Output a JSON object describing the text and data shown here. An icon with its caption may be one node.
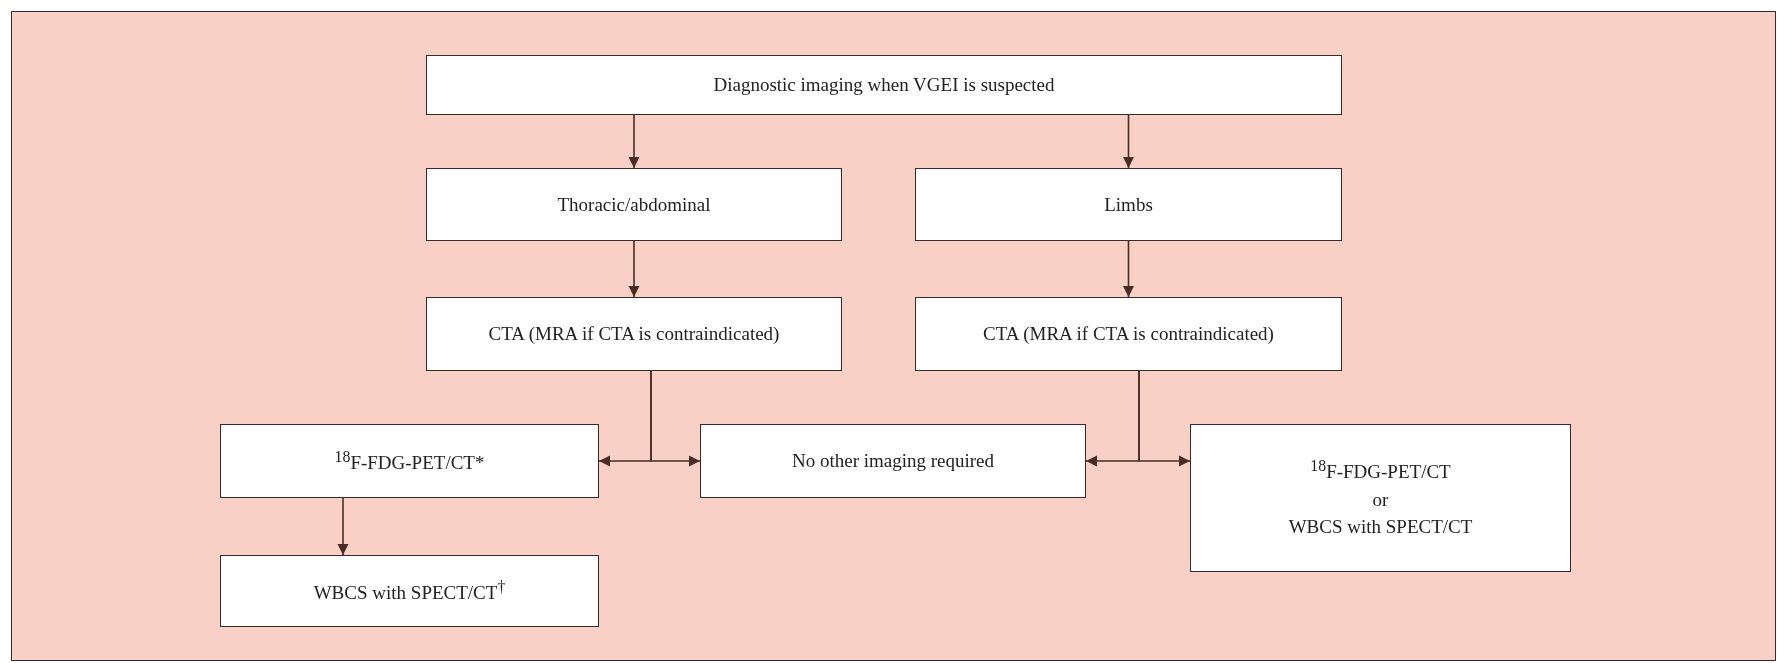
{
  "diagram": {
    "nodes": [
      {
        "text": [
          "Diagnostic imaging when VGEI is suspected"
        ]
      },
      {
        "text": [
          "Thoracic/abdominal"
        ]
      },
      {
        "text": [
          "Limbs"
        ]
      },
      {
        "text": [
          "CTA (MRA if CTA is contraindicated)"
        ]
      },
      {
        "text": [
          "CTA (MRA if CTA is contraindicated)"
        ]
      },
      {
        "text": [
          "$^{18}$F-FDG-PET/CT*"
        ]
      },
      {
        "text": [
          "No other imaging required"
        ]
      },
      {
        "text": [
          "$^{18}$F-FDG-PET/CT",
          "or",
          "WBCS with SPECT/CT"
        ]
      },
      {
        "text": [
          "WBCS with SPECT/CT$^{†}$"
        ]
      }
    ],
    "edges": [
      {
        "from": 0,
        "to": 1,
        "arrow": "to"
      },
      {
        "from": 0,
        "to": 2,
        "arrow": "to"
      },
      {
        "from": 1,
        "to": 3,
        "arrow": "to"
      },
      {
        "from": 2,
        "to": 4,
        "arrow": "to"
      },
      {
        "from": 3,
        "to": 5,
        "arrow": "to"
      },
      {
        "from": 3,
        "to": 6,
        "arrow": "to"
      },
      {
        "from": 4,
        "to": 6,
        "arrow": "to"
      },
      {
        "from": 4,
        "to": 7,
        "arrow": "to"
      },
      {
        "from": 5,
        "to": 8,
        "arrow": "to"
      }
    ]
  }
}
